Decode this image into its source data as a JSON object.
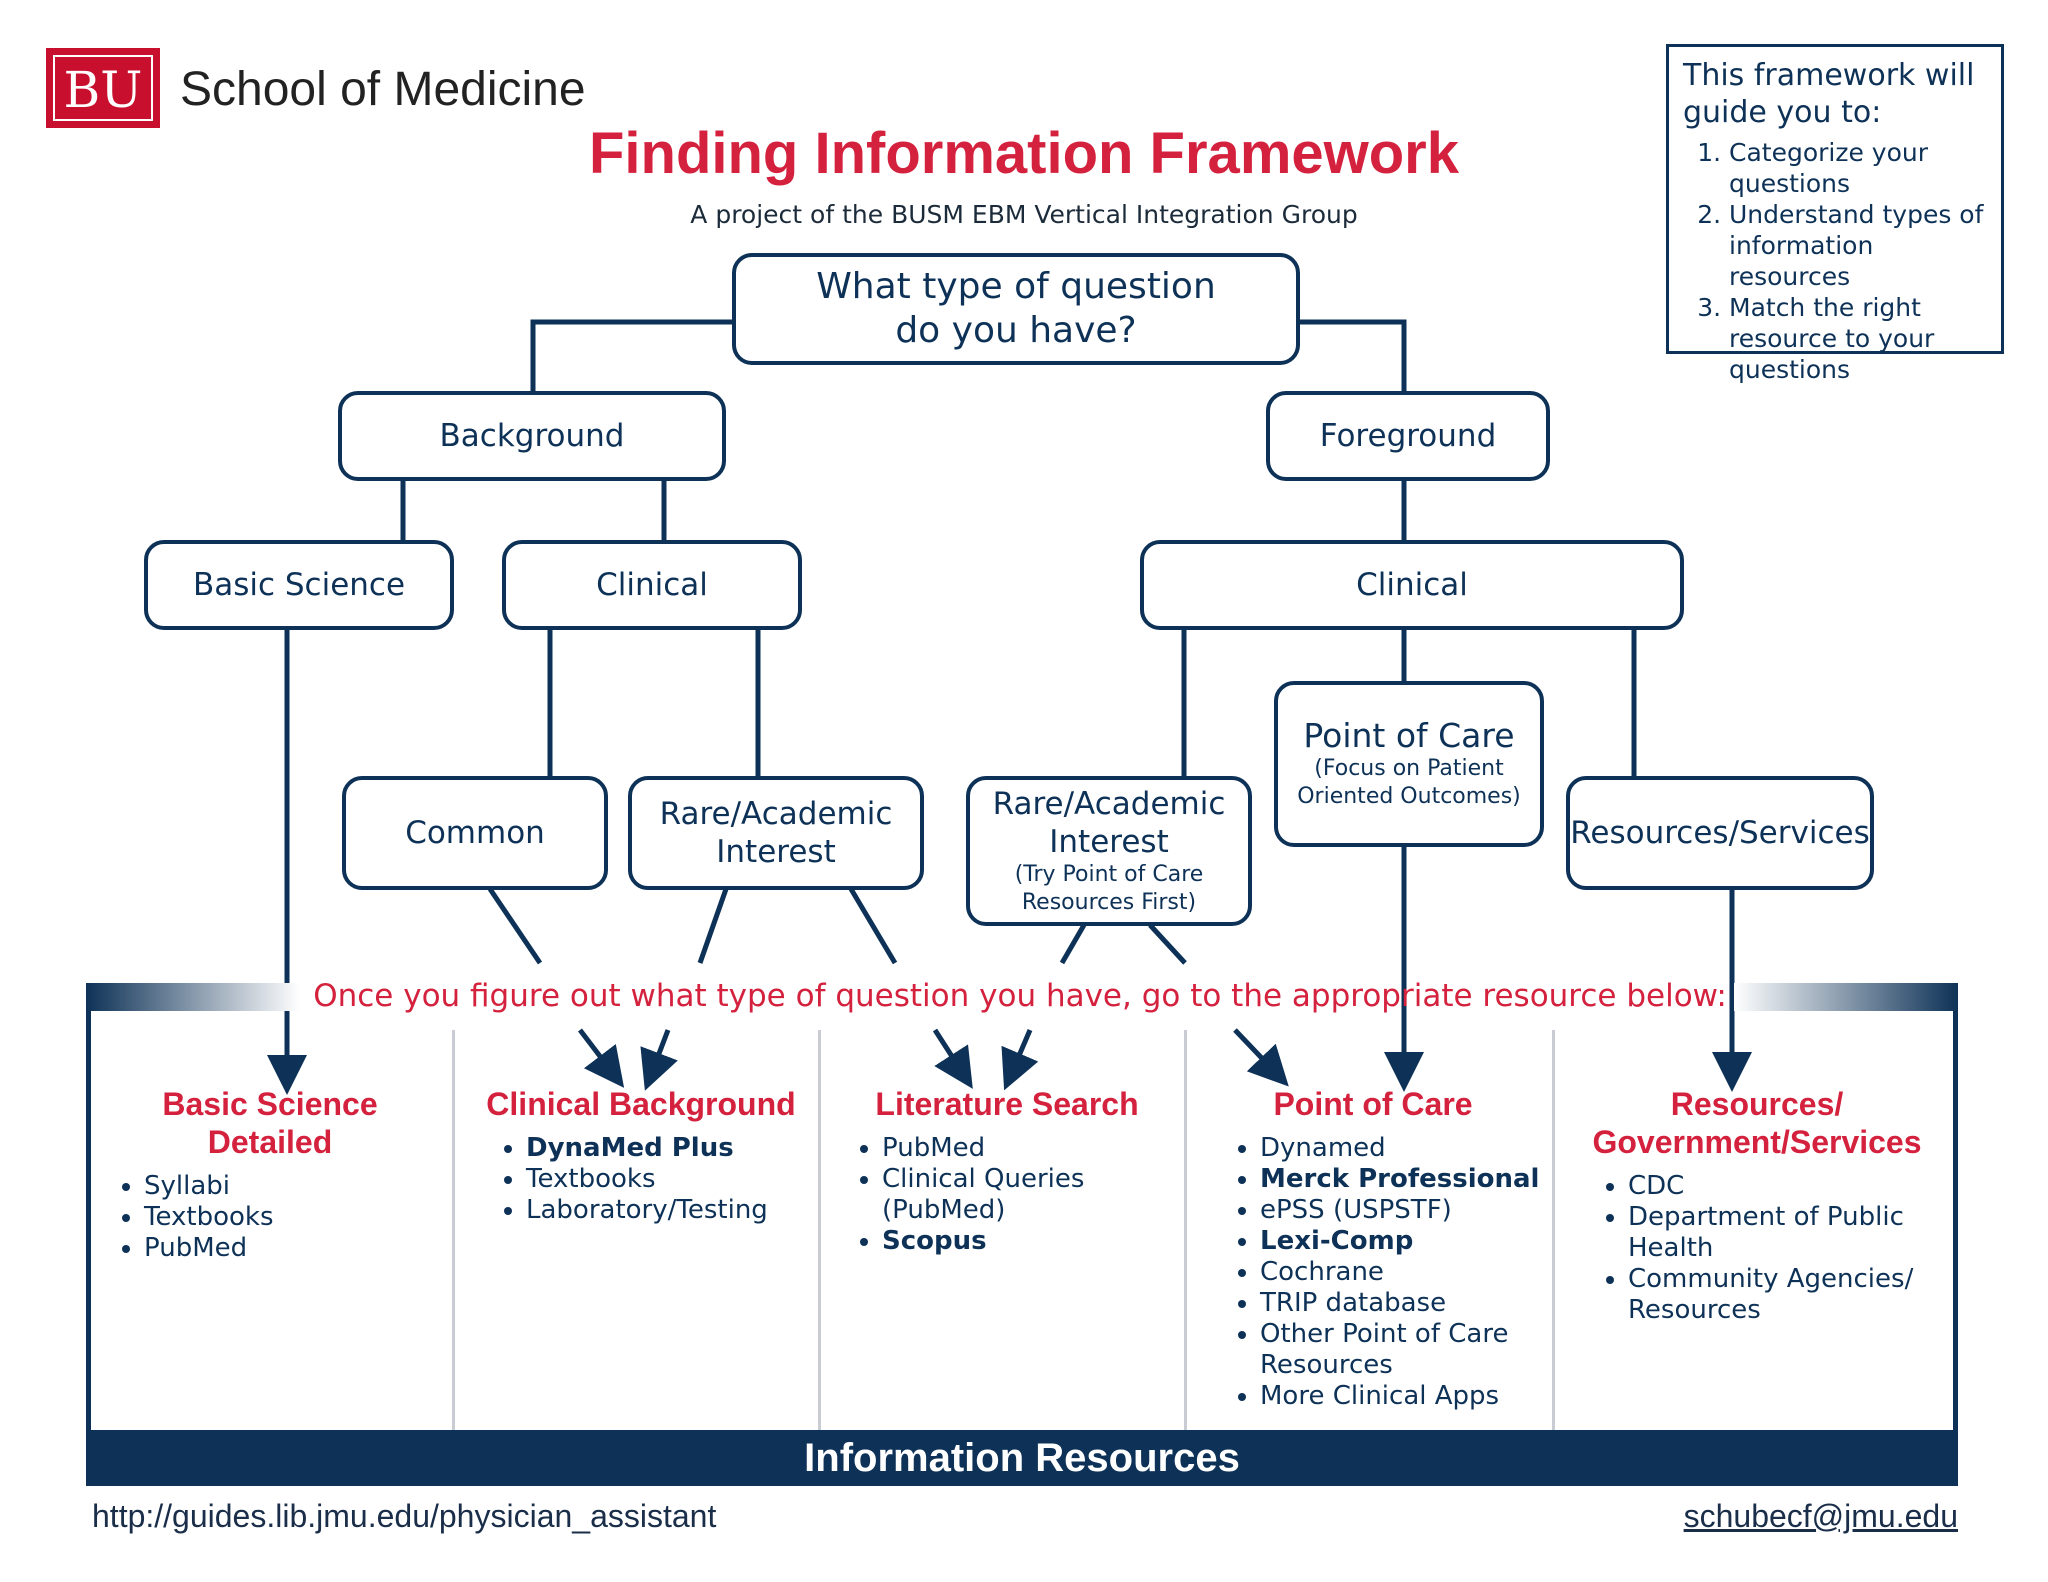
{
  "header": {
    "logo": "BU",
    "school": "School of Medicine",
    "title": "Finding Information Framework",
    "subtitle": "A project of the BUSM EBM Vertical Integration Group"
  },
  "guide": {
    "intro": "This framework will guide you to:",
    "steps": [
      "Categorize your questions",
      "Understand types of information resources",
      "Match the right resource to your questions"
    ]
  },
  "tree": {
    "root": {
      "line1": "What type of question",
      "line2": "do you have?"
    },
    "background": "Background",
    "foreground": "Foreground",
    "basic_science": "Basic Science",
    "clinical_bg": "Clinical",
    "clinical_fg": "Clinical",
    "common": "Common",
    "rare_bg": {
      "line1": "Rare/Academic",
      "line2": "Interest"
    },
    "rare_fg": {
      "line1": "Rare/Academic",
      "line2": "Interest",
      "note1": "(Try Point of Care",
      "note2": "Resources First)"
    },
    "point_of_care": {
      "line1": "Point of Care",
      "note1": "(Focus on Patient",
      "note2": "Oriented Outcomes)"
    },
    "resources_services": "Resources/Services"
  },
  "banner": "Once you figure out what type of question you have, go to the appropriate resource below:",
  "columns": [
    {
      "title": [
        "Basic Science",
        "Detailed"
      ],
      "items": [
        "Syllabi",
        "Textbooks",
        "PubMed"
      ]
    },
    {
      "title": [
        "Clinical Background"
      ],
      "items": [
        "DynaMed Plus",
        "Textbooks",
        "Laboratory/Testing"
      ]
    },
    {
      "title": [
        "Literature Search"
      ],
      "items": [
        "PubMed",
        "Clinical Queries (PubMed)",
        "Scopus"
      ]
    },
    {
      "title": [
        "Point of Care"
      ],
      "items": [
        "Dynamed",
        "Merck Professional",
        "ePSS (USPSTF)",
        "Lexi-Comp",
        "Cochrane",
        "TRIP database",
        "Other Point of Care Resources",
        "More Clinical Apps"
      ]
    },
    {
      "title": [
        "Resources/",
        "Government/Services"
      ],
      "items": [
        "CDC",
        "Department of Public Health",
        "Community Agencies/ Resources"
      ]
    }
  ],
  "footer": {
    "bar": "Information Resources",
    "url": "http://guides.lib.jmu.edu/physician_assistant",
    "email": "schubecf@jmu.edu"
  },
  "colors": {
    "navy": "#0e3257",
    "red": "#d4213d"
  }
}
